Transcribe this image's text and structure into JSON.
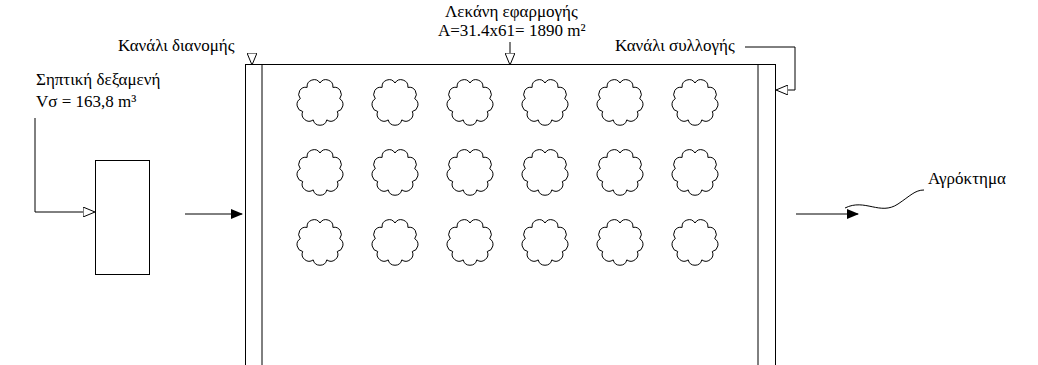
{
  "diagram": {
    "nodes": [
      {
        "text": [
          "Σηπτική δεξαμενή",
          "Vσ = 163,8 m³"
        ]
      },
      {
        "text": [
          "Λεκάνη εφαρμογής",
          "A=31.4x61= 1890 m²"
        ]
      },
      {
        "text": [
          "Αγρόκτημα"
        ]
      }
    ],
    "edges": [
      {
        "from": 0,
        "to": 1,
        "arrow": "to"
      },
      {
        "from": 1,
        "to": 2,
        "arrow": "to"
      }
    ],
    "labels": [
      "Κανάλι διανομής",
      "Κανάλι συλλογής"
    ]
  }
}
